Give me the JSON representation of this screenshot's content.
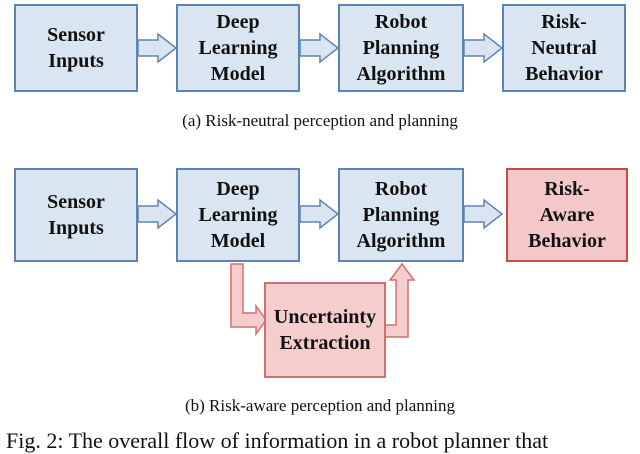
{
  "diagram_a": {
    "boxes": [
      {
        "line1": "Sensor",
        "line2": "Inputs",
        "line3": ""
      },
      {
        "line1": "Deep",
        "line2": "Learning",
        "line3": "Model"
      },
      {
        "line1": "Robot",
        "line2": "Planning",
        "line3": "Algorithm"
      },
      {
        "line1": "Risk-",
        "line2": "Neutral",
        "line3": "Behavior"
      }
    ],
    "caption": "(a) Risk-neutral perception and planning"
  },
  "diagram_b": {
    "boxes": [
      {
        "line1": "Sensor",
        "line2": "Inputs",
        "line3": ""
      },
      {
        "line1": "Deep",
        "line2": "Learning",
        "line3": "Model"
      },
      {
        "line1": "Robot",
        "line2": "Planning",
        "line3": "Algorithm"
      },
      {
        "line1": "Risk-",
        "line2": "Aware",
        "line3": "Behavior"
      }
    ],
    "uncertainty": {
      "line1": "Uncertainty",
      "line2": "Extraction"
    },
    "caption": "(b) Risk-aware perception and planning"
  },
  "figure_caption": "Fig. 2: The overall flow of information in a robot planner that",
  "colors": {
    "box_fill": "#dae5f2",
    "box_border": "#5f83b4",
    "risk_fill": "#f4c8c8",
    "risk_border": "#c94a4a",
    "arrow_fill": "#dae5f2",
    "arrow_border": "#5f83b4",
    "red_arrow_fill": "#f5cdcd",
    "red_arrow_border": "#d07070"
  }
}
